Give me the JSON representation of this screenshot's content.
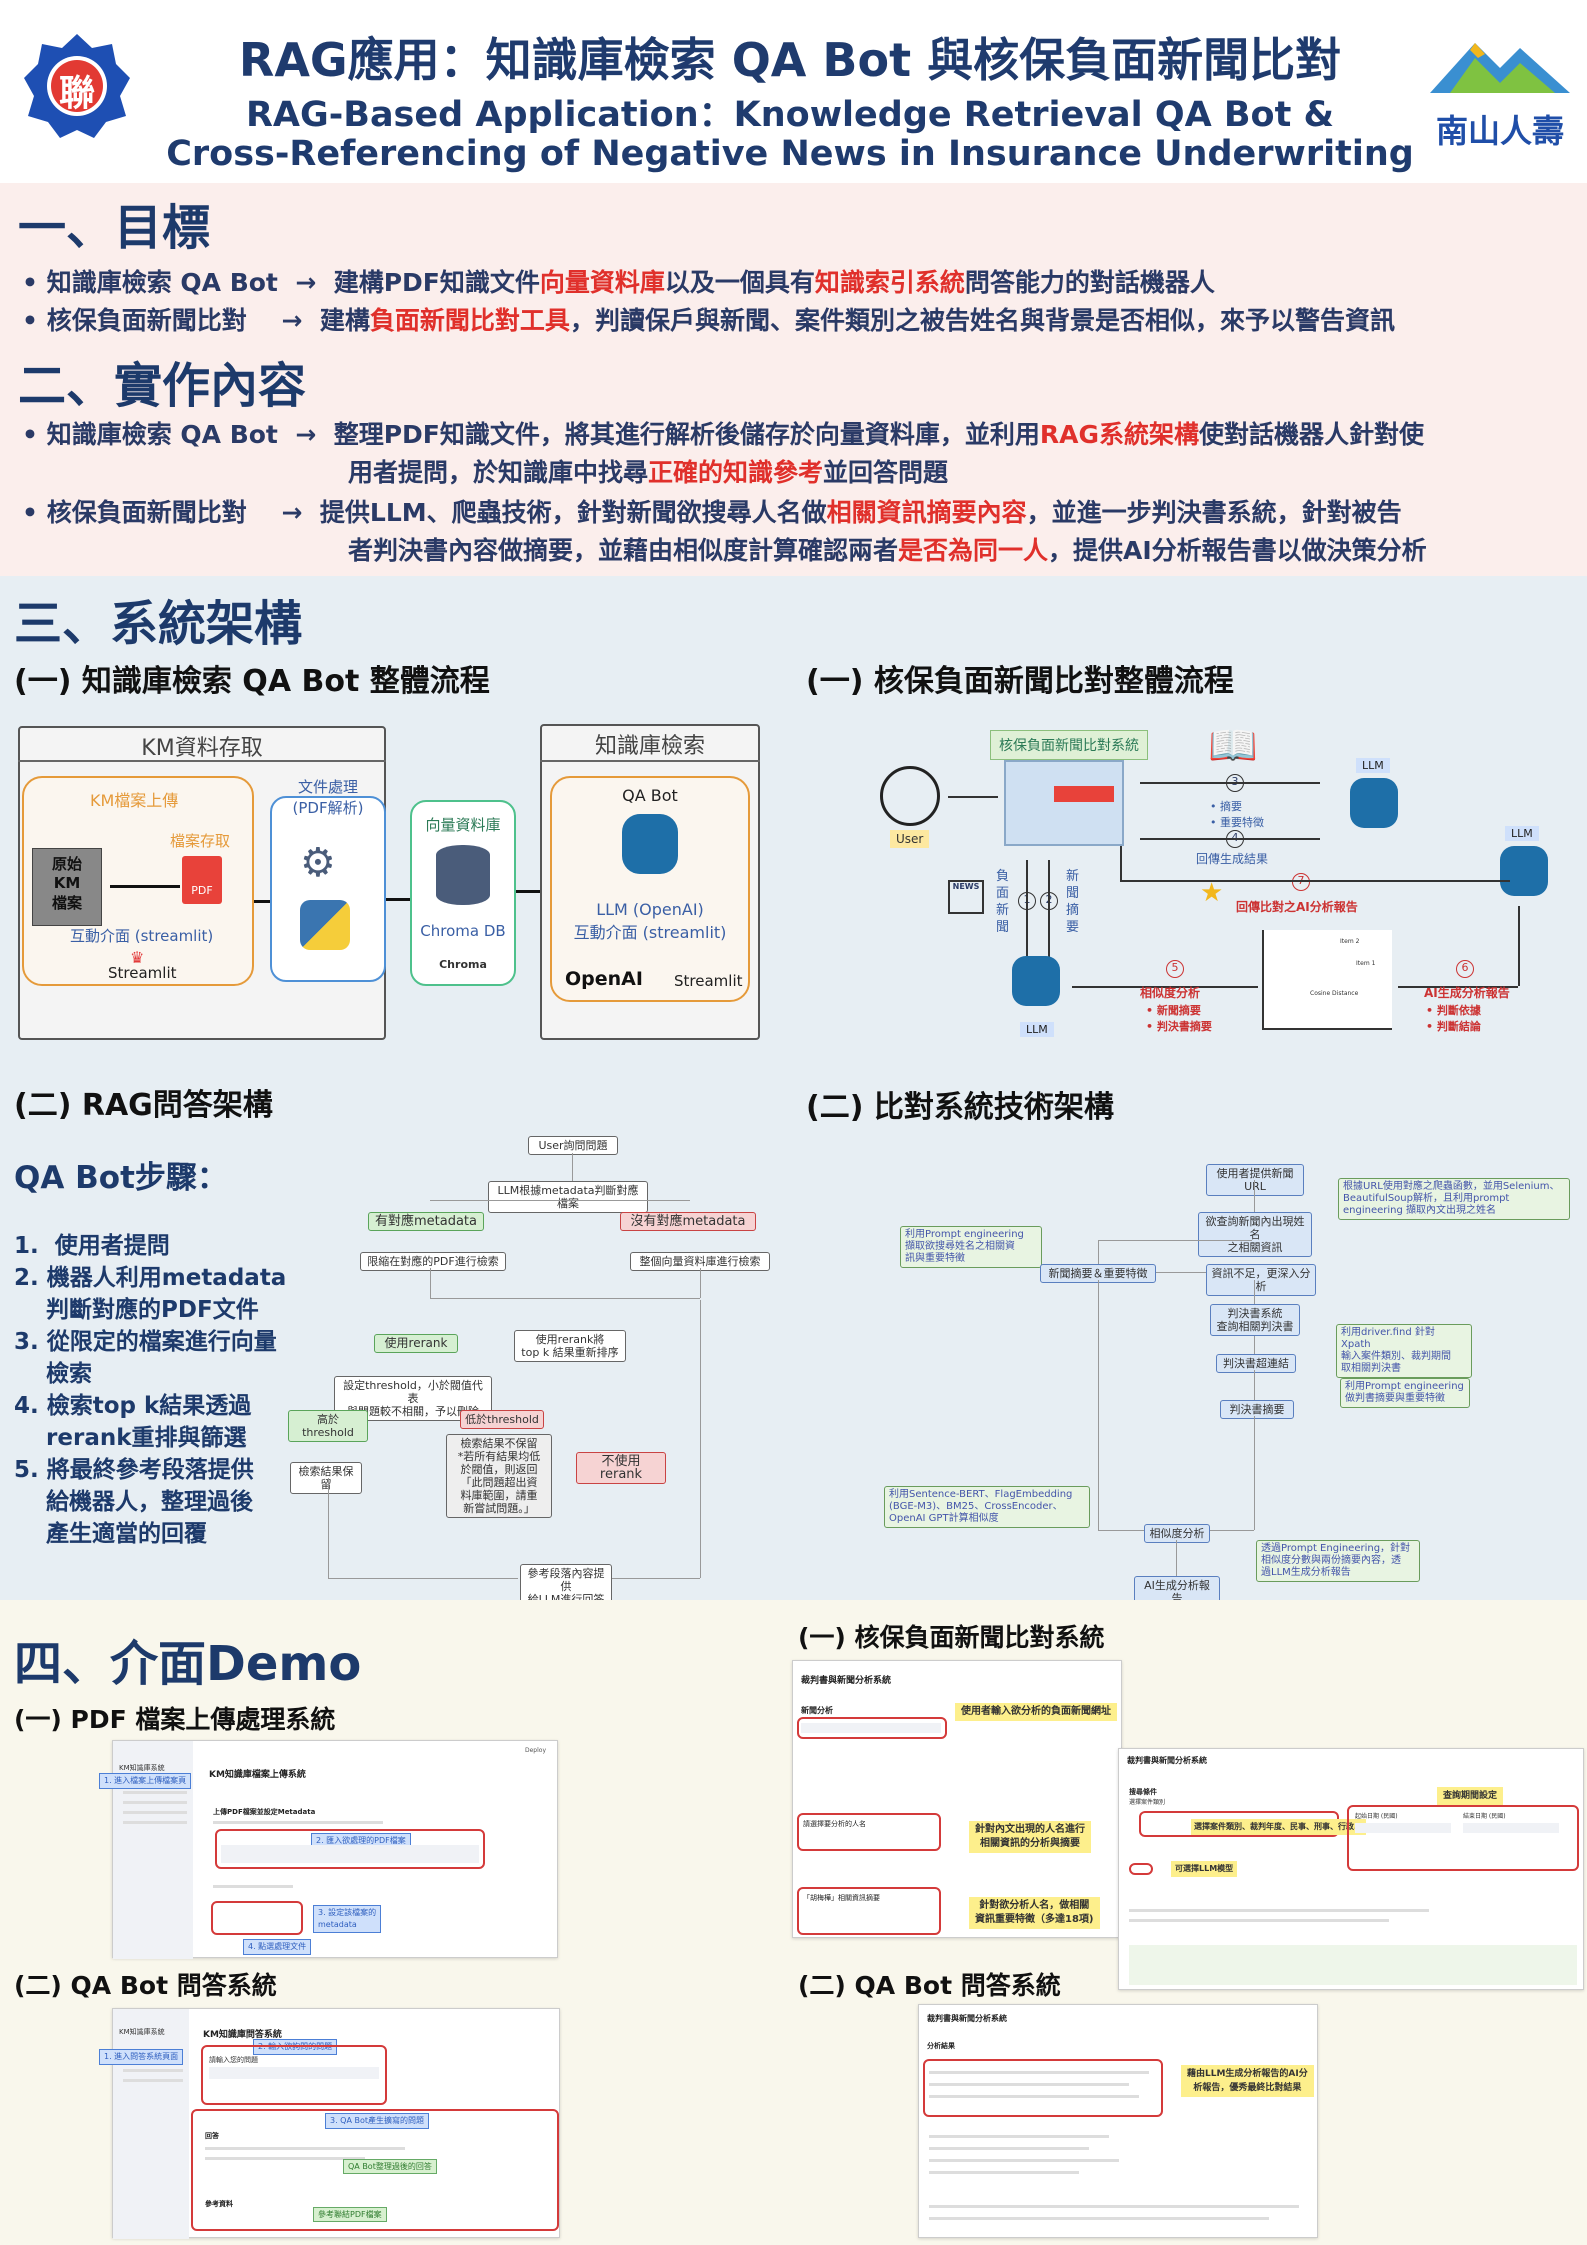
{
  "header": {
    "title_zh": "RAG應用：知識庫檢索 QA Bot 與核保負面新聞比對",
    "title_en_1": "RAG-Based Application：Knowledge Retrieval QA Bot &",
    "title_en_2": "Cross-Referencing of Negative News in Insurance Underwriting",
    "logo_left_text": "聯",
    "logo_right_text": "南山人壽"
  },
  "goals": {
    "heading": "一、目標",
    "items": [
      {
        "name": "知識庫檢索 QA Bot",
        "arrow": "→",
        "pre": "建構PDF知識文件",
        "h1": "向量資料庫",
        "mid": "以及一個具有",
        "h2": "知識索引系統",
        "post": "問答能力的對話機器人"
      },
      {
        "name": "核保負面新聞比對",
        "arrow": "→",
        "pre": "建構",
        "h1": "負面新聞比對工具",
        "mid": "，判讀保戶與新聞、案件類別之被告姓名與背景是否相似，來予以警告資訊",
        "h2": "",
        "post": ""
      }
    ]
  },
  "impl": {
    "heading": "二、實作內容",
    "items": [
      {
        "name": "知識庫檢索 QA Bot",
        "arrow": "→",
        "l1_pre": "整理PDF知識文件，將其進行解析後儲存於向量資料庫，並利用",
        "l1_h": "RAG系統架構",
        "l1_post": "使對話機器人針對使",
        "l2_pre": "用者提問，於知識庫中找尋",
        "l2_h": "正確的知識參考",
        "l2_post": "並回答問題"
      },
      {
        "name": "核保負面新聞比對",
        "arrow": "→",
        "l1_pre": "提供LLM、爬蟲技術，針對新聞欲搜尋人名做",
        "l1_h": "相關資訊摘要內容",
        "l1_post": "，並進一步判決書系統，針對被告",
        "l2_pre": "者判決書內容做摘要，並藉由相似度計算確認兩者",
        "l2_h": "是否為同一人",
        "l2_post": "，提供AI分析報告書以做決策分析"
      }
    ]
  },
  "arch": {
    "heading": "三、系統架構",
    "sub1": "(一) 知識庫檢索 QA Bot 整體流程",
    "sub2": "(一) 核保負面新聞比對整體流程",
    "sub3": "(二) RAG問答架構",
    "sub4": "(二) 比對系統技術架構",
    "km": {
      "km_store": "KM資料存取",
      "km_upload": "KM檔案上傳",
      "file_store": "檔案存取",
      "raw": "原始\nKM\n檔案",
      "pdf": "PDF",
      "ui": "互動介面 (streamlit)",
      "streamlit": "Streamlit",
      "proc": "文件處理\n(PDF解析)",
      "vdb": "向量資料庫",
      "chroma": "Chroma DB",
      "chroma_logo": "Chroma",
      "kb": "知識庫檢索",
      "qabot": "QA Bot",
      "llm": "LLM (OpenAI)\n互動介面 (streamlit)",
      "openai": "OpenAI",
      "streamlit2": "Streamlit"
    },
    "news": {
      "system": "核保負面新聞比對系統",
      "user": "User",
      "llm": "LLM",
      "llm2": "LLM",
      "llm3": "LLM",
      "n3": "3",
      "summary": "摘要",
      "feature": "重要特徵",
      "n4": "4",
      "return": "回傳生成結果",
      "n7": "7",
      "report": "回傳比對之AI分析報告",
      "negnews": "負\n面\n新\n聞",
      "n1": "1",
      "n2": "2",
      "newsum": "新\n聞\n摘\n要",
      "newsicon": "NEWS",
      "n5": "5",
      "sim": "相似度分析",
      "sim_a": "新聞摘要",
      "sim_b": "判決書摘要",
      "n6": "6",
      "ai": "AI生成分析報告",
      "ai_a": "判斷依據",
      "ai_b": "判斷結論",
      "item1": "Item 1",
      "item2": "Item 2",
      "cos": "Cosine Distance"
    },
    "rag": {
      "steps_title": "QA Bot步驟：",
      "steps": [
        "1.  使用者提問",
        "2. 機器人利用metadata\n    判斷對應的PDF文件",
        "3. 從限定的檔案進行向量\n    檢索",
        "4. 檢索top k結果透過\n    rerank重排與篩選",
        "5. 將最終參考段落提供\n    給機器人，整理過後\n    產生適當的回覆"
      ],
      "f_user": "User詢問問題",
      "f_meta": "LLM根據metadata判斷對應檔案",
      "f_has": "有對應metadata",
      "f_no": "沒有對應metadata",
      "f_pdf": "限縮在對應的PDF進行檢索",
      "f_all": "整個向量資料庫進行檢索",
      "f_userr": "使用rerank",
      "f_rerank": "使用rerank將\ntop k 結果重新排序",
      "f_thr": "設定threshold，小於閥值代表\n與問題較不相關，予以刪除",
      "f_hi": "高於threshold",
      "f_lo": "低於threshold",
      "f_keep": "檢索結果保留",
      "f_none": "檢索結果不保留\n*若所有結果均低\n於閥值，則返回\n「此問題超出資\n料庫範圍，請重\n新嘗試問題。」",
      "f_nore": "不使用rerank",
      "f_final": "參考段落內容提供\n給LLM進行回答"
    },
    "tech": {
      "t_url": "使用者提供新聞URL",
      "t_crawl": "根據URL使用對應之爬蟲函數，並用Selenium、BeautifulSoup解析，且利用prompt engineering 擷取內文出現之姓名",
      "t_search": "欲查詢新聞內出現姓名\n之相關資訊",
      "t_pe": "利用Prompt engineering\n擷取欲搜尋姓名之相關資\n訊與重要特徵",
      "t_sum": "新聞摘要＆重要特徵",
      "t_lack": "資訊不足，更深入分析",
      "t_judge": "判決書系統\n查詢相關判決書",
      "t_driver": "利用driver.find 針對 Xpath\n輸入案件類別、裁判期間\n取相關判決書",
      "t_link": "判決書超連結",
      "t_pe2": "利用Prompt engineering\n做判書摘要與重要特徵",
      "t_jsum": "判決書摘要",
      "t_sbert": "利用Sentence-BERT、FlagEmbedding\n(BGE-M3)、BM25、CrossEncoder、\nOpenAI GPT計算相似度",
      "t_sim": "相似度分析",
      "t_pe3": "透過Prompt Engineering，針對\n相似度分數與兩份摘要內容，透\n過LLM生成分析報告",
      "t_report": "AI生成分析報告"
    }
  },
  "demo": {
    "heading": "四、介面Demo",
    "s1": "(一) PDF 檔案上傳處理系統",
    "s2": "(二) QA  Bot 問答系統",
    "s3": "(一) 核保負面新聞比對系統",
    "s4": "(二) QA  Bot 問答系統",
    "pdf": {
      "side_title": "KM知識庫系統",
      "tag1": "1. 進入檔案上傳檔案頁",
      "main": "KM知識庫檔案上傳系統",
      "sub": "上傳PDF檔案並設定Metadata",
      "tag2": "2. 匯入欲處理的PDF檔案",
      "tag3": "3. 設定該檔案的\nmetadata",
      "tag4": "4. 點選處理文件",
      "deploy": "Deploy"
    },
    "qa": {
      "side_title": "KM知識庫系統",
      "tag1": "1. 進入問答系統頁面",
      "main": "KM知識庫問答系統",
      "tag2": "2. 輸入欲詢問的問題",
      "tag3": "3. QA Bot產生擴寫的問題",
      "answer": "回答",
      "tag4": "QA Bot整理過後的回答",
      "ref": "參考資料",
      "tag5": "參考聯結PDF檔案",
      "q": "請輸入您的問題"
    },
    "news": {
      "title": "裁判書與新聞分析系統",
      "sec": "新聞分析",
      "y1": "使用者輸入欲分析的負面新聞網址",
      "names": "請選擇要分析的人名",
      "y2": "針對內文出現的人名進行\n相關資訊的分析與摘要",
      "quote": "「胡梅樺」相關資訊摘要",
      "y3": "針對欲分析人名，做相關\n資訊重要特徵（多達18項)",
      "title2": "裁判書與新聞分析系統",
      "y4": "選擇案件類別、裁判年度、民事、刑事、行政...",
      "y5": "查詢期間設定",
      "y6": "可選擇LLM模型",
      "search": "搜尋條件",
      "c1": "選擇案件類別",
      "range": "查詢期間 (民國)",
      "start": "起始日期 (民國)",
      "end": "結束日期 (民國)"
    },
    "qa2": {
      "title": "裁判書與新聞分析系統",
      "result": "分析結果",
      "y1": "藉由LLM生成分析報告的AI分\n析報告，優秀最終比對結果"
    }
  }
}
